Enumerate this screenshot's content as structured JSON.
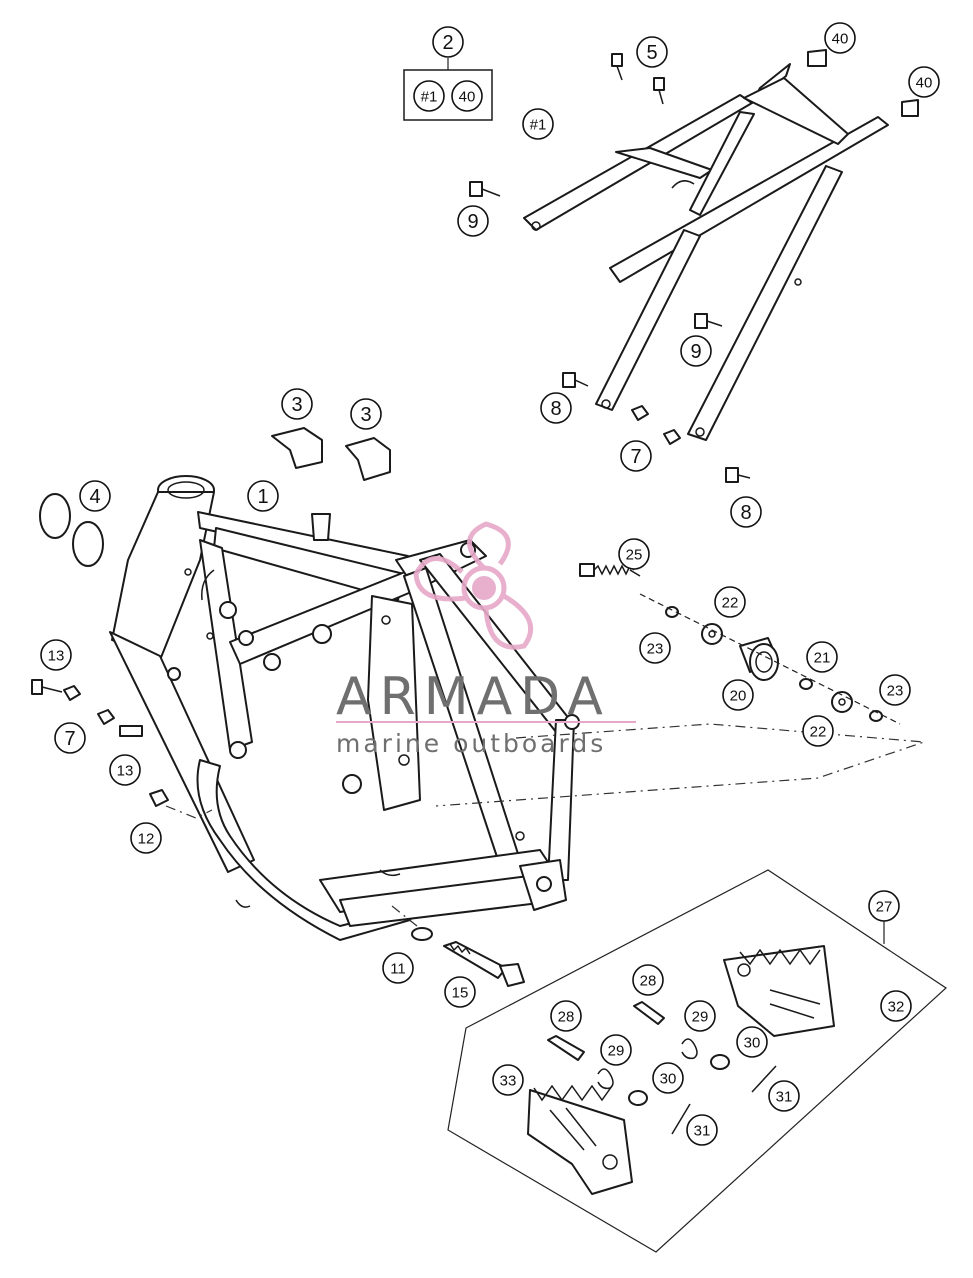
{
  "watermark": {
    "title": "ARMADA",
    "subtitle": "marine outboards",
    "accent_color": "#e6a8c8"
  },
  "callouts": [
    {
      "label": "2"
    },
    {
      "label": "#1"
    },
    {
      "label": "40"
    },
    {
      "label": "5"
    },
    {
      "label": "40"
    },
    {
      "label": "40"
    },
    {
      "label": "#1"
    },
    {
      "label": "9"
    },
    {
      "label": "9"
    },
    {
      "label": "8"
    },
    {
      "label": "7"
    },
    {
      "label": "8"
    },
    {
      "label": "3"
    },
    {
      "label": "3"
    },
    {
      "label": "4"
    },
    {
      "label": "1"
    },
    {
      "label": "25"
    },
    {
      "label": "22"
    },
    {
      "label": "23"
    },
    {
      "label": "21"
    },
    {
      "label": "20"
    },
    {
      "label": "23"
    },
    {
      "label": "22"
    },
    {
      "label": "13"
    },
    {
      "label": "7"
    },
    {
      "label": "13"
    },
    {
      "label": "12"
    },
    {
      "label": "11"
    },
    {
      "label": "15"
    },
    {
      "label": "27"
    },
    {
      "label": "28"
    },
    {
      "label": "32"
    },
    {
      "label": "28"
    },
    {
      "label": "29"
    },
    {
      "label": "29"
    },
    {
      "label": "30"
    },
    {
      "label": "33"
    },
    {
      "label": "30"
    },
    {
      "label": "31"
    },
    {
      "label": "31"
    }
  ]
}
